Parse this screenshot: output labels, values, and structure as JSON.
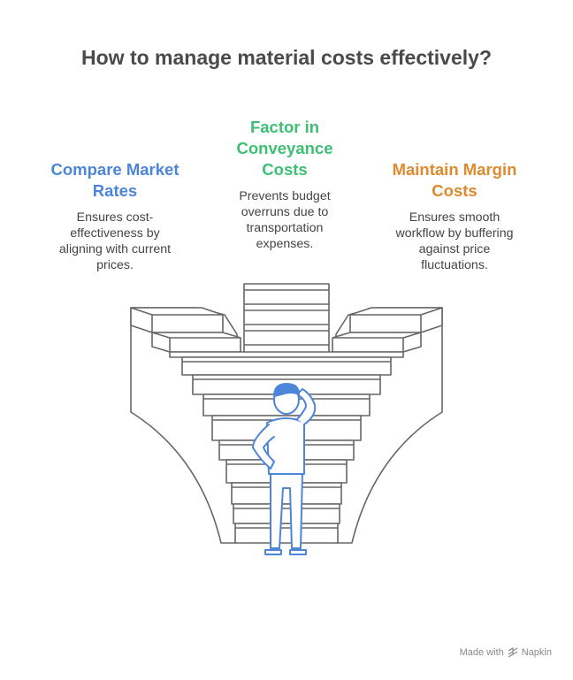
{
  "title": "How to manage material costs effectively?",
  "colors": {
    "blue": "#4d86d9",
    "green": "#3dbf73",
    "orange": "#de8a2e",
    "stroke": "#666666",
    "person": "#4d86d9"
  },
  "items": [
    {
      "heading_lines": [
        "Compare Market",
        "Rates"
      ],
      "desc_lines": [
        "Ensures cost-",
        "effectiveness by",
        "aligning with current",
        "prices."
      ],
      "color": "#4d86d9"
    },
    {
      "heading_lines": [
        "Factor in",
        "Conveyance",
        "Costs"
      ],
      "desc_lines": [
        "Prevents budget",
        "overruns due to",
        "transportation",
        "expenses."
      ],
      "color": "#3dbf73"
    },
    {
      "heading_lines": [
        "Maintain Margin",
        "Costs"
      ],
      "desc_lines": [
        "Ensures smooth",
        "workflow by buffering",
        "against price",
        "fluctuations."
      ],
      "color": "#de8a2e"
    }
  ],
  "footer": {
    "made_with": "Made with",
    "brand": "Napkin"
  }
}
